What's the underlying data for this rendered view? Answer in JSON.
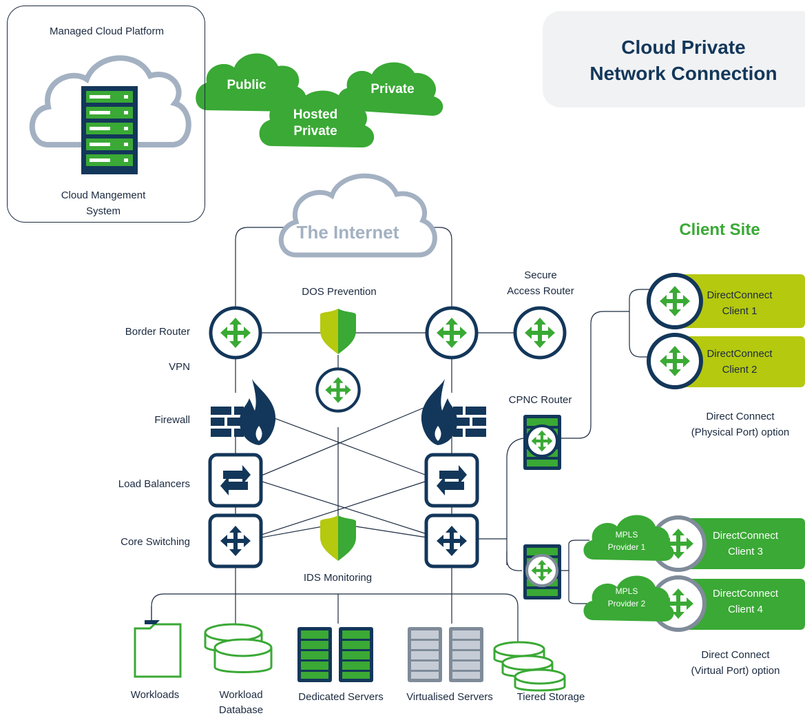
{
  "title": {
    "line1": "Cloud Private",
    "line2": "Network Connection"
  },
  "platform": {
    "title": "Managed Cloud Platform",
    "system_line1": "Cloud Mangement",
    "system_line2": "System"
  },
  "clouds": {
    "public": "Public",
    "hosted_line1": "Hosted",
    "hosted_line2": "Private",
    "private": "Private"
  },
  "internet": "The Internet",
  "client_site": "Client Site",
  "labels": {
    "border_router": "Border Router",
    "vpn": "VPN",
    "firewall": "Firewall",
    "load_balancers": "Load Balancers",
    "core_switching": "Core Switching",
    "dos_prevention": "DOS Prevention",
    "secure_access_line1": "Secure",
    "secure_access_line2": "Access Router",
    "ids_monitoring": "IDS Monitoring",
    "cpnc_router": "CPNC Router"
  },
  "clients": [
    {
      "line1": "DirectConnect",
      "line2": "Client 1"
    },
    {
      "line1": "DirectConnect",
      "line2": "Client 2"
    },
    {
      "line1": "DirectConnect",
      "line2": "Client 3"
    },
    {
      "line1": "DirectConnect",
      "line2": "Client 4"
    }
  ],
  "mpls": [
    {
      "line1": "MPLS",
      "line2": "Provider 1"
    },
    {
      "line1": "MPLS",
      "line2": "Provider 2"
    }
  ],
  "options": {
    "physical_line1": "Direct Connect",
    "physical_line2": "(Physical Port) option",
    "virtual_line1": "Direct Connect",
    "virtual_line2": "(Virtual Port) option"
  },
  "resources": {
    "workloads": "Workloads",
    "workload_db_line1": "Workload",
    "workload_db_line2": "Database",
    "dedicated": "Dedicated Servers",
    "virtualised": "Virtualised Servers",
    "tiered": "Tiered Storage"
  },
  "colors": {
    "navy": "#13375a",
    "green": "#3aa935",
    "lime": "#b5c90f",
    "grey_cloud": "#a3b1c2",
    "panel": "#f1f2f4"
  }
}
